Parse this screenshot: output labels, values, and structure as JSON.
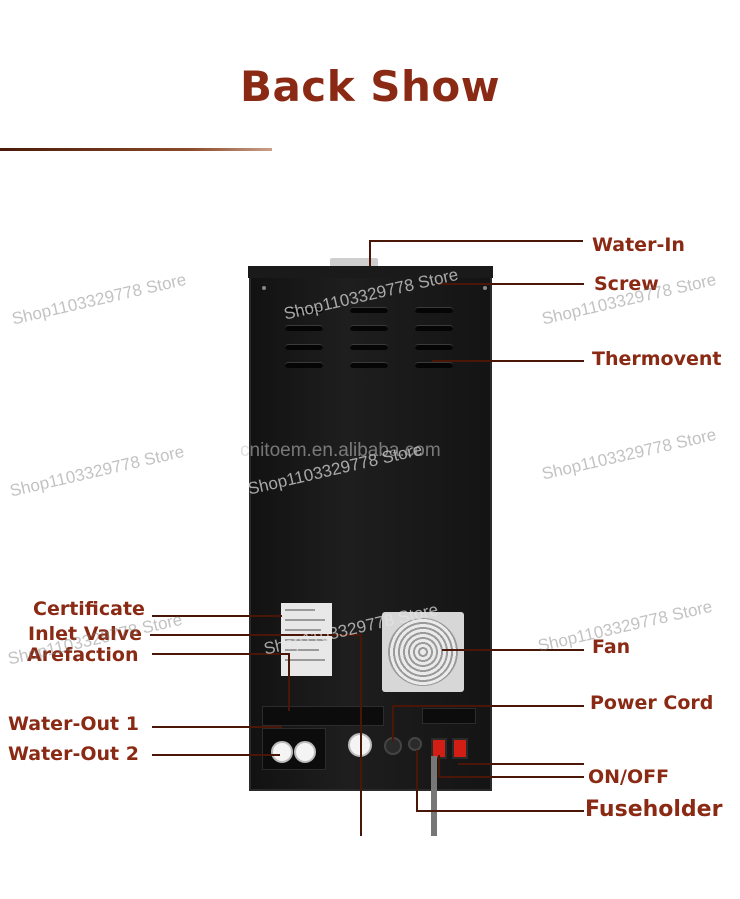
{
  "title": "Back Show",
  "watermarks": {
    "store": "Shop1103329778 Store",
    "site": "cnitoem.en.alibaba.com"
  },
  "labels": {
    "water_in": "Water-In",
    "screw": "Screw",
    "thermovent": "Thermovent",
    "certificate": "Certificate",
    "inlet_valve": "Inlet Valve",
    "arefaction": "Arefaction",
    "fan": "Fan",
    "power_cord": "Power Cord",
    "water_out_1": "Water-Out 1",
    "water_out_2": "Water-Out 2",
    "on_off": "ON/OFF",
    "fuseholder": "Fuseholder"
  },
  "colors": {
    "title": "#8b2a14",
    "label": "#8b2a14",
    "leader_line": "#4a1608",
    "unit_body": "#141414",
    "switch": "#d21e14"
  }
}
